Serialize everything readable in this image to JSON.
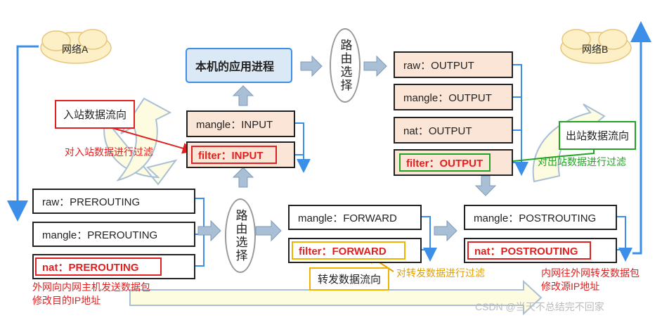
{
  "networks": {
    "a": "网络A",
    "b": "网络B"
  },
  "local_process": "本机的应用进程",
  "router_label": "路由选择",
  "input_chain": {
    "mangle": "mangle：INPUT",
    "filter": "filter：INPUT"
  },
  "prerouting_chain": {
    "raw": "raw：PREROUTING",
    "mangle": "mangle：PREROUTING",
    "nat": "nat：PREROUTING"
  },
  "forward_chain": {
    "mangle": "mangle：FORWARD",
    "filter": "filter：FORWARD"
  },
  "output_chain": {
    "raw": "raw：OUTPUT",
    "mangle": "mangle：OUTPUT",
    "nat": "nat：OUTPUT",
    "filter": "filter：OUTPUT"
  },
  "postrouting_chain": {
    "mangle": "mangle：POSTROUTING",
    "nat": "nat：POSTROUTING"
  },
  "flows": {
    "inbound": "入站数据流向",
    "outbound": "出站数据流向",
    "forward": "转发数据流向"
  },
  "annotations": {
    "inbound_filter": "对入站数据进行过滤",
    "outbound_filter": "对出站数据进行过滤",
    "forward_filter": "对转发数据进行过滤",
    "prerouting_line1": "外网向内网主机发送数据包",
    "prerouting_line2": "修改目的IP地址",
    "postrouting_line1": "内网往外网转发数据包",
    "postrouting_line2": "修改源IP地址"
  },
  "watermark": "CSDN @当天不总结完不回家",
  "colors": {
    "blue_line": "#3b8fe8",
    "arrow_fill": "#a9bfd6",
    "red": "#e02020",
    "green": "#22a222",
    "yellow": "#f0b400"
  }
}
